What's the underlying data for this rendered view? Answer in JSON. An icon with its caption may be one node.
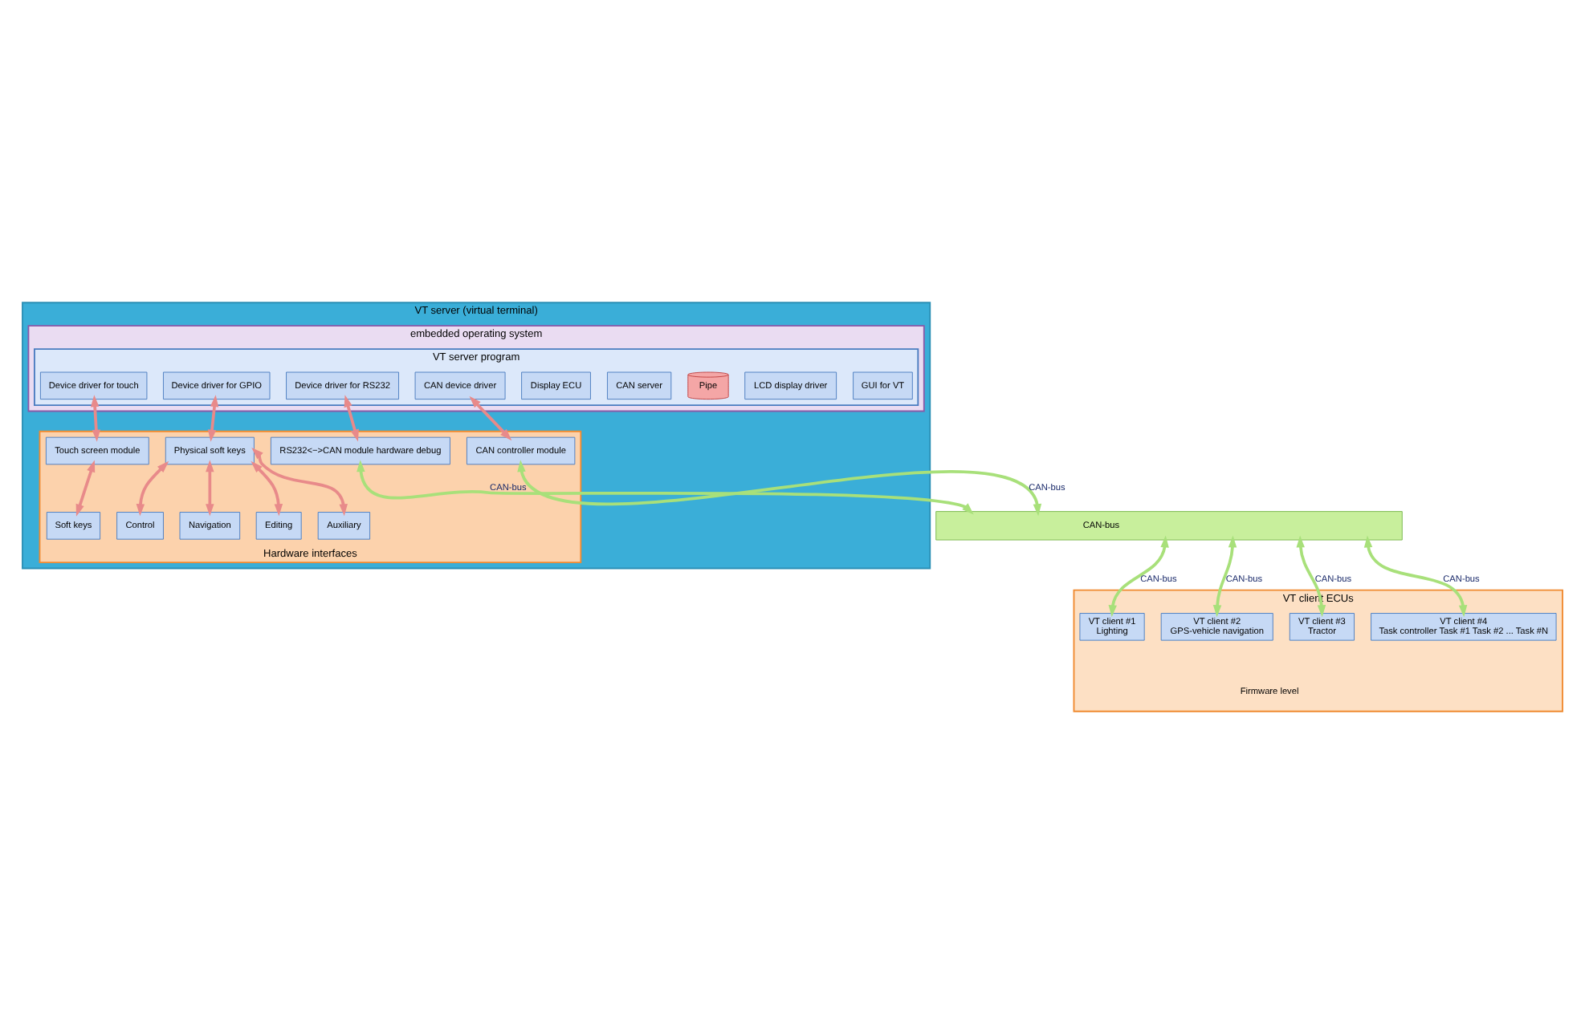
{
  "diagram": {
    "nodes": [
      {
        "text": [
          "VT server (virtual terminal)"
        ]
      },
      {
        "text": [
          "embedded operating system"
        ],
        "in": 0
      },
      {
        "text": [
          "VT server program"
        ],
        "in": 1
      },
      {
        "text": [
          "GUI for VT"
        ],
        "in": 2
      },
      {
        "text": [
          "LCD display driver"
        ],
        "in": 2
      },
      {
        "text": [
          "Pipe"
        ],
        "in": 2
      },
      {
        "text": [
          "CAN server"
        ],
        "in": 2
      },
      {
        "text": [
          "Display ECU"
        ],
        "in": 2
      },
      {
        "text": [
          "Device driver for touch"
        ],
        "in": 2
      },
      {
        "text": [
          "Device driver for GPIO"
        ],
        "in": 2
      },
      {
        "text": [
          "Device driver for RS232"
        ],
        "in": 2
      },
      {
        "text": [
          "CAN device driver"
        ],
        "in": 2
      },
      {
        "text": [
          "Hardware interfaces"
        ],
        "in": 0
      },
      {
        "text": [
          "Touch screen module"
        ],
        "in": 12
      },
      {
        "text": [
          "Soft keys"
        ],
        "in": 12
      },
      {
        "text": [
          "Physical soft keys"
        ],
        "in": 12
      },
      {
        "text": [
          "Control"
        ],
        "in": 12
      },
      {
        "text": [
          "Navigation"
        ],
        "in": 12
      },
      {
        "text": [
          "Editing"
        ],
        "in": 12
      },
      {
        "text": [
          "Auxiliary"
        ],
        "in": 12
      },
      {
        "text": [
          "RS232<−>CAN module hardware debug"
        ],
        "in": 12
      },
      {
        "text": [
          "CAN controller module"
        ],
        "in": 12
      },
      {
        "text": [
          "CAN-bus"
        ]
      },
      {
        "text": [
          "VT client ECUs",
          "Firmware level"
        ]
      },
      {
        "text": [
          "VT client #1",
          "Lighting"
        ],
        "in": 23
      },
      {
        "text": [
          "VT client #2",
          "GPS-vehicle navigation"
        ],
        "in": 23
      },
      {
        "text": [
          "VT client #3",
          "Tractor"
        ],
        "in": 23
      },
      {
        "text": [
          "VT client #4",
          "Task controller Task #1 Task #2 ... Task #N"
        ],
        "in": 23
      }
    ],
    "edges": [
      {
        "from": 8,
        "to": 13,
        "arrow": "both"
      },
      {
        "from": 9,
        "to": 15,
        "arrow": "both"
      },
      {
        "from": 10,
        "to": 20,
        "arrow": "both"
      },
      {
        "from": 11,
        "to": 21,
        "arrow": "both"
      },
      {
        "from": 13,
        "to": 14,
        "arrow": "both"
      },
      {
        "from": 15,
        "to": 16,
        "arrow": "both"
      },
      {
        "from": 15,
        "to": 17,
        "arrow": "both"
      },
      {
        "from": 15,
        "to": 18,
        "arrow": "both"
      },
      {
        "from": 15,
        "to": 19,
        "arrow": "both"
      },
      {
        "from": 21,
        "to": 22,
        "arrow": "both",
        "label": "CAN-bus",
        "color": "#a8e07a"
      },
      {
        "from": 20,
        "to": 22,
        "arrow": "both",
        "label": "CAN-bus",
        "color": "#a8e07a"
      },
      {
        "from": 22,
        "to": 24,
        "arrow": "both",
        "label": "CAN-bus",
        "color": "#a8e07a"
      },
      {
        "from": 22,
        "to": 25,
        "arrow": "both",
        "label": "CAN-bus",
        "color": "#a8e07a"
      },
      {
        "from": 22,
        "to": 26,
        "arrow": "both",
        "label": "CAN-bus",
        "color": "#a8e07a"
      },
      {
        "from": 22,
        "to": 27,
        "arrow": "both",
        "label": "CAN-bus",
        "color": "#a8e07a"
      }
    ]
  }
}
